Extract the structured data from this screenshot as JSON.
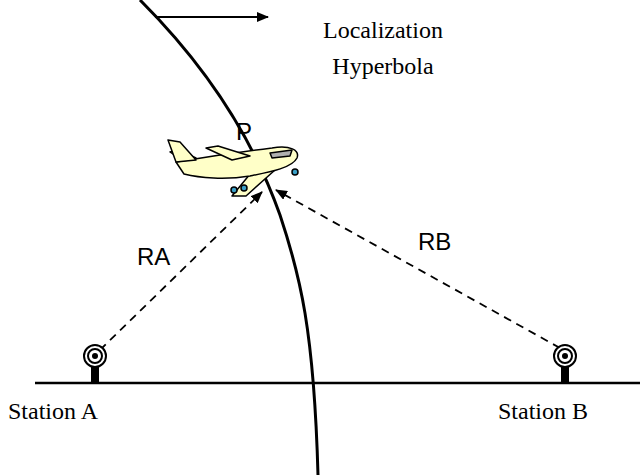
{
  "diagram": {
    "labels": [
      "Localization Hyperbola",
      "P",
      "RA",
      "RB",
      "Station A",
      "Station B"
    ]
  }
}
